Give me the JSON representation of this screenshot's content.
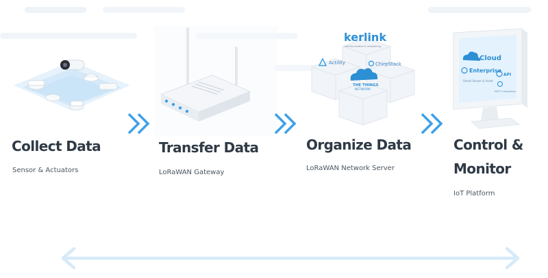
{
  "steps": [
    {
      "title": "Collect Data",
      "subtitle": "Sensor & Actuators"
    },
    {
      "title": "Transfer Data",
      "subtitle": "LoRaWAN Gateway"
    },
    {
      "title": "Organize Data",
      "subtitle": "LoRaWAN Network Server"
    },
    {
      "title_line1": "Control &",
      "title_line2": "Monitor",
      "subtitle": "IoT Platform"
    }
  ],
  "network_server_logos": {
    "kerlink": "kerlink",
    "kerlink_tagline": "communication & networking",
    "actility": "Actility",
    "chirpstack": "ChirpStack",
    "things_line1": "THE THINGS",
    "things_line2": "NETWORK"
  },
  "platform_screen": {
    "cloud": "Cloud",
    "api": "API",
    "enterprise": "Enterprise",
    "small_label": "Smart Sensor & Asset",
    "mqtt_label": "MQTT Integration"
  },
  "colors": {
    "accent_blue": "#3da0e8",
    "title_text": "#2f3a45",
    "muted_text": "#4a5560",
    "arrow_light": "#d6eaf9"
  }
}
